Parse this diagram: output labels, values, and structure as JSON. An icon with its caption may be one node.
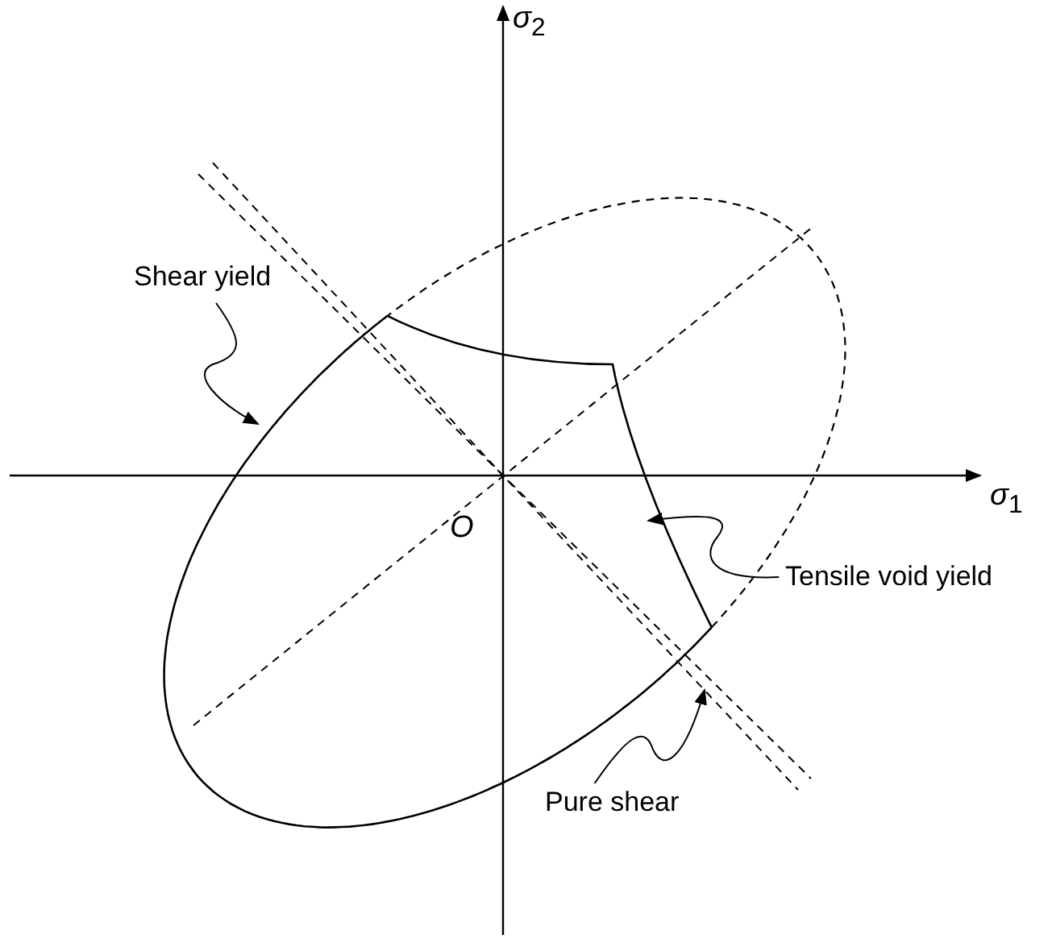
{
  "diagram": {
    "nodes": [
      {
        "text": [
          "Shear yield"
        ]
      },
      {
        "text": [
          "Tensile void yield"
        ]
      },
      {
        "text": [
          "Pure shear"
        ]
      }
    ],
    "edges": [
      {
        "from": 0,
        "to": null,
        "arrow": "to"
      },
      {
        "from": 1,
        "to": null,
        "arrow": "to"
      },
      {
        "from": 2,
        "to": null,
        "arrow": "to"
      }
    ],
    "labels": [
      "*σ*$_{2}$",
      "*σ*$_{1}$",
      "*O*"
    ]
  }
}
